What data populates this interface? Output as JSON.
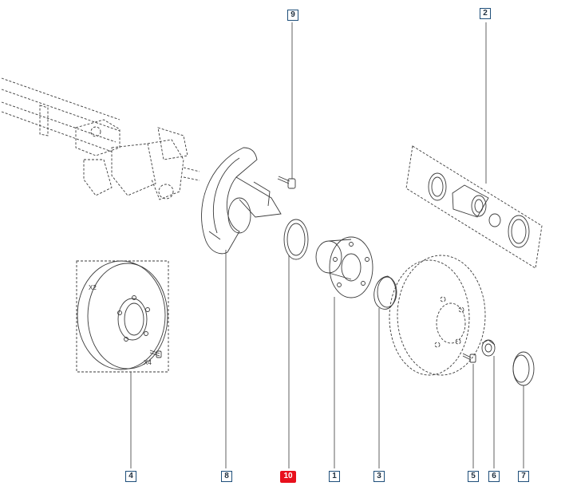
{
  "callouts": [
    {
      "id": "1",
      "label": "1"
    },
    {
      "id": "2",
      "label": "2"
    },
    {
      "id": "3",
      "label": "3"
    },
    {
      "id": "4",
      "label": "4"
    },
    {
      "id": "5",
      "label": "5"
    },
    {
      "id": "6",
      "label": "6"
    },
    {
      "id": "7",
      "label": "7"
    },
    {
      "id": "8",
      "label": "8"
    },
    {
      "id": "9",
      "label": "9"
    },
    {
      "id": "10",
      "label": "10",
      "highlighted": true
    }
  ],
  "annotations": {
    "disc_qty": "X2",
    "bolt_qty": "X4"
  },
  "colors": {
    "callout_border": "#1f4f7a",
    "highlight": "#e8101c",
    "line": "#3a3a3a"
  }
}
